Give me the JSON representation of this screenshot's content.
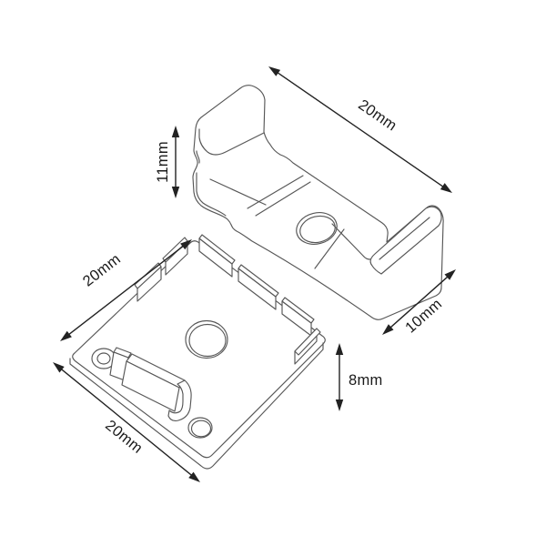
{
  "colors": {
    "background": "#ffffff",
    "part_outline": "#575757",
    "dimension_line": "#222222",
    "dimension_text": "#1a1a1a"
  },
  "dimensions": {
    "clip_length": "20mm",
    "clip_height": "11mm",
    "clip_depth": "10mm",
    "cap_side_left": "20mm",
    "cap_side_bottom": "20mm",
    "cap_height": "8mm"
  }
}
